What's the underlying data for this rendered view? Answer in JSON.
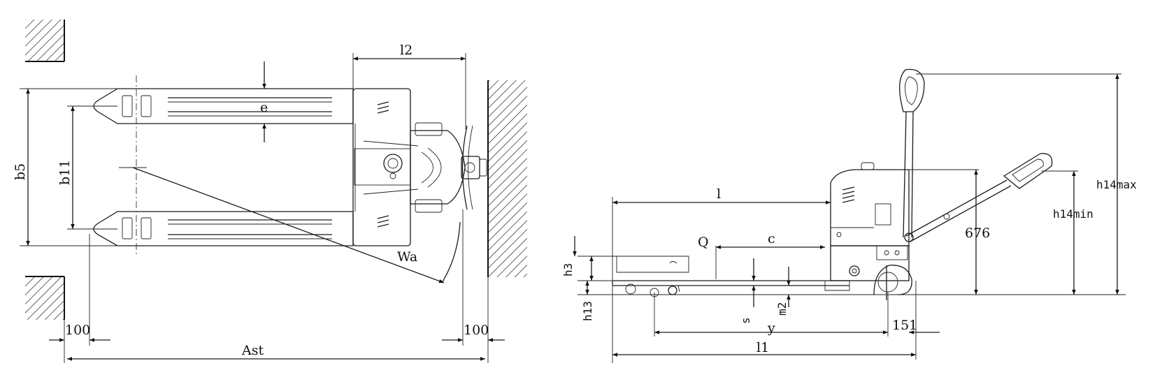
{
  "top_view": {
    "labels": {
      "l2": "l2",
      "e": "e",
      "b5": "b5",
      "b11": "b11",
      "wa": "Wa",
      "clear_left": "100",
      "clear_right": "100",
      "ast": "Ast"
    }
  },
  "side_view": {
    "labels": {
      "l": "l",
      "q": "Q",
      "c": "c",
      "h3": "h3",
      "h13": "h13",
      "s": "s",
      "m2": "m2",
      "y": "y",
      "d151": "151",
      "l1": "l1",
      "d676": "676",
      "h14min": "h14min",
      "h14max": "h14max"
    }
  }
}
